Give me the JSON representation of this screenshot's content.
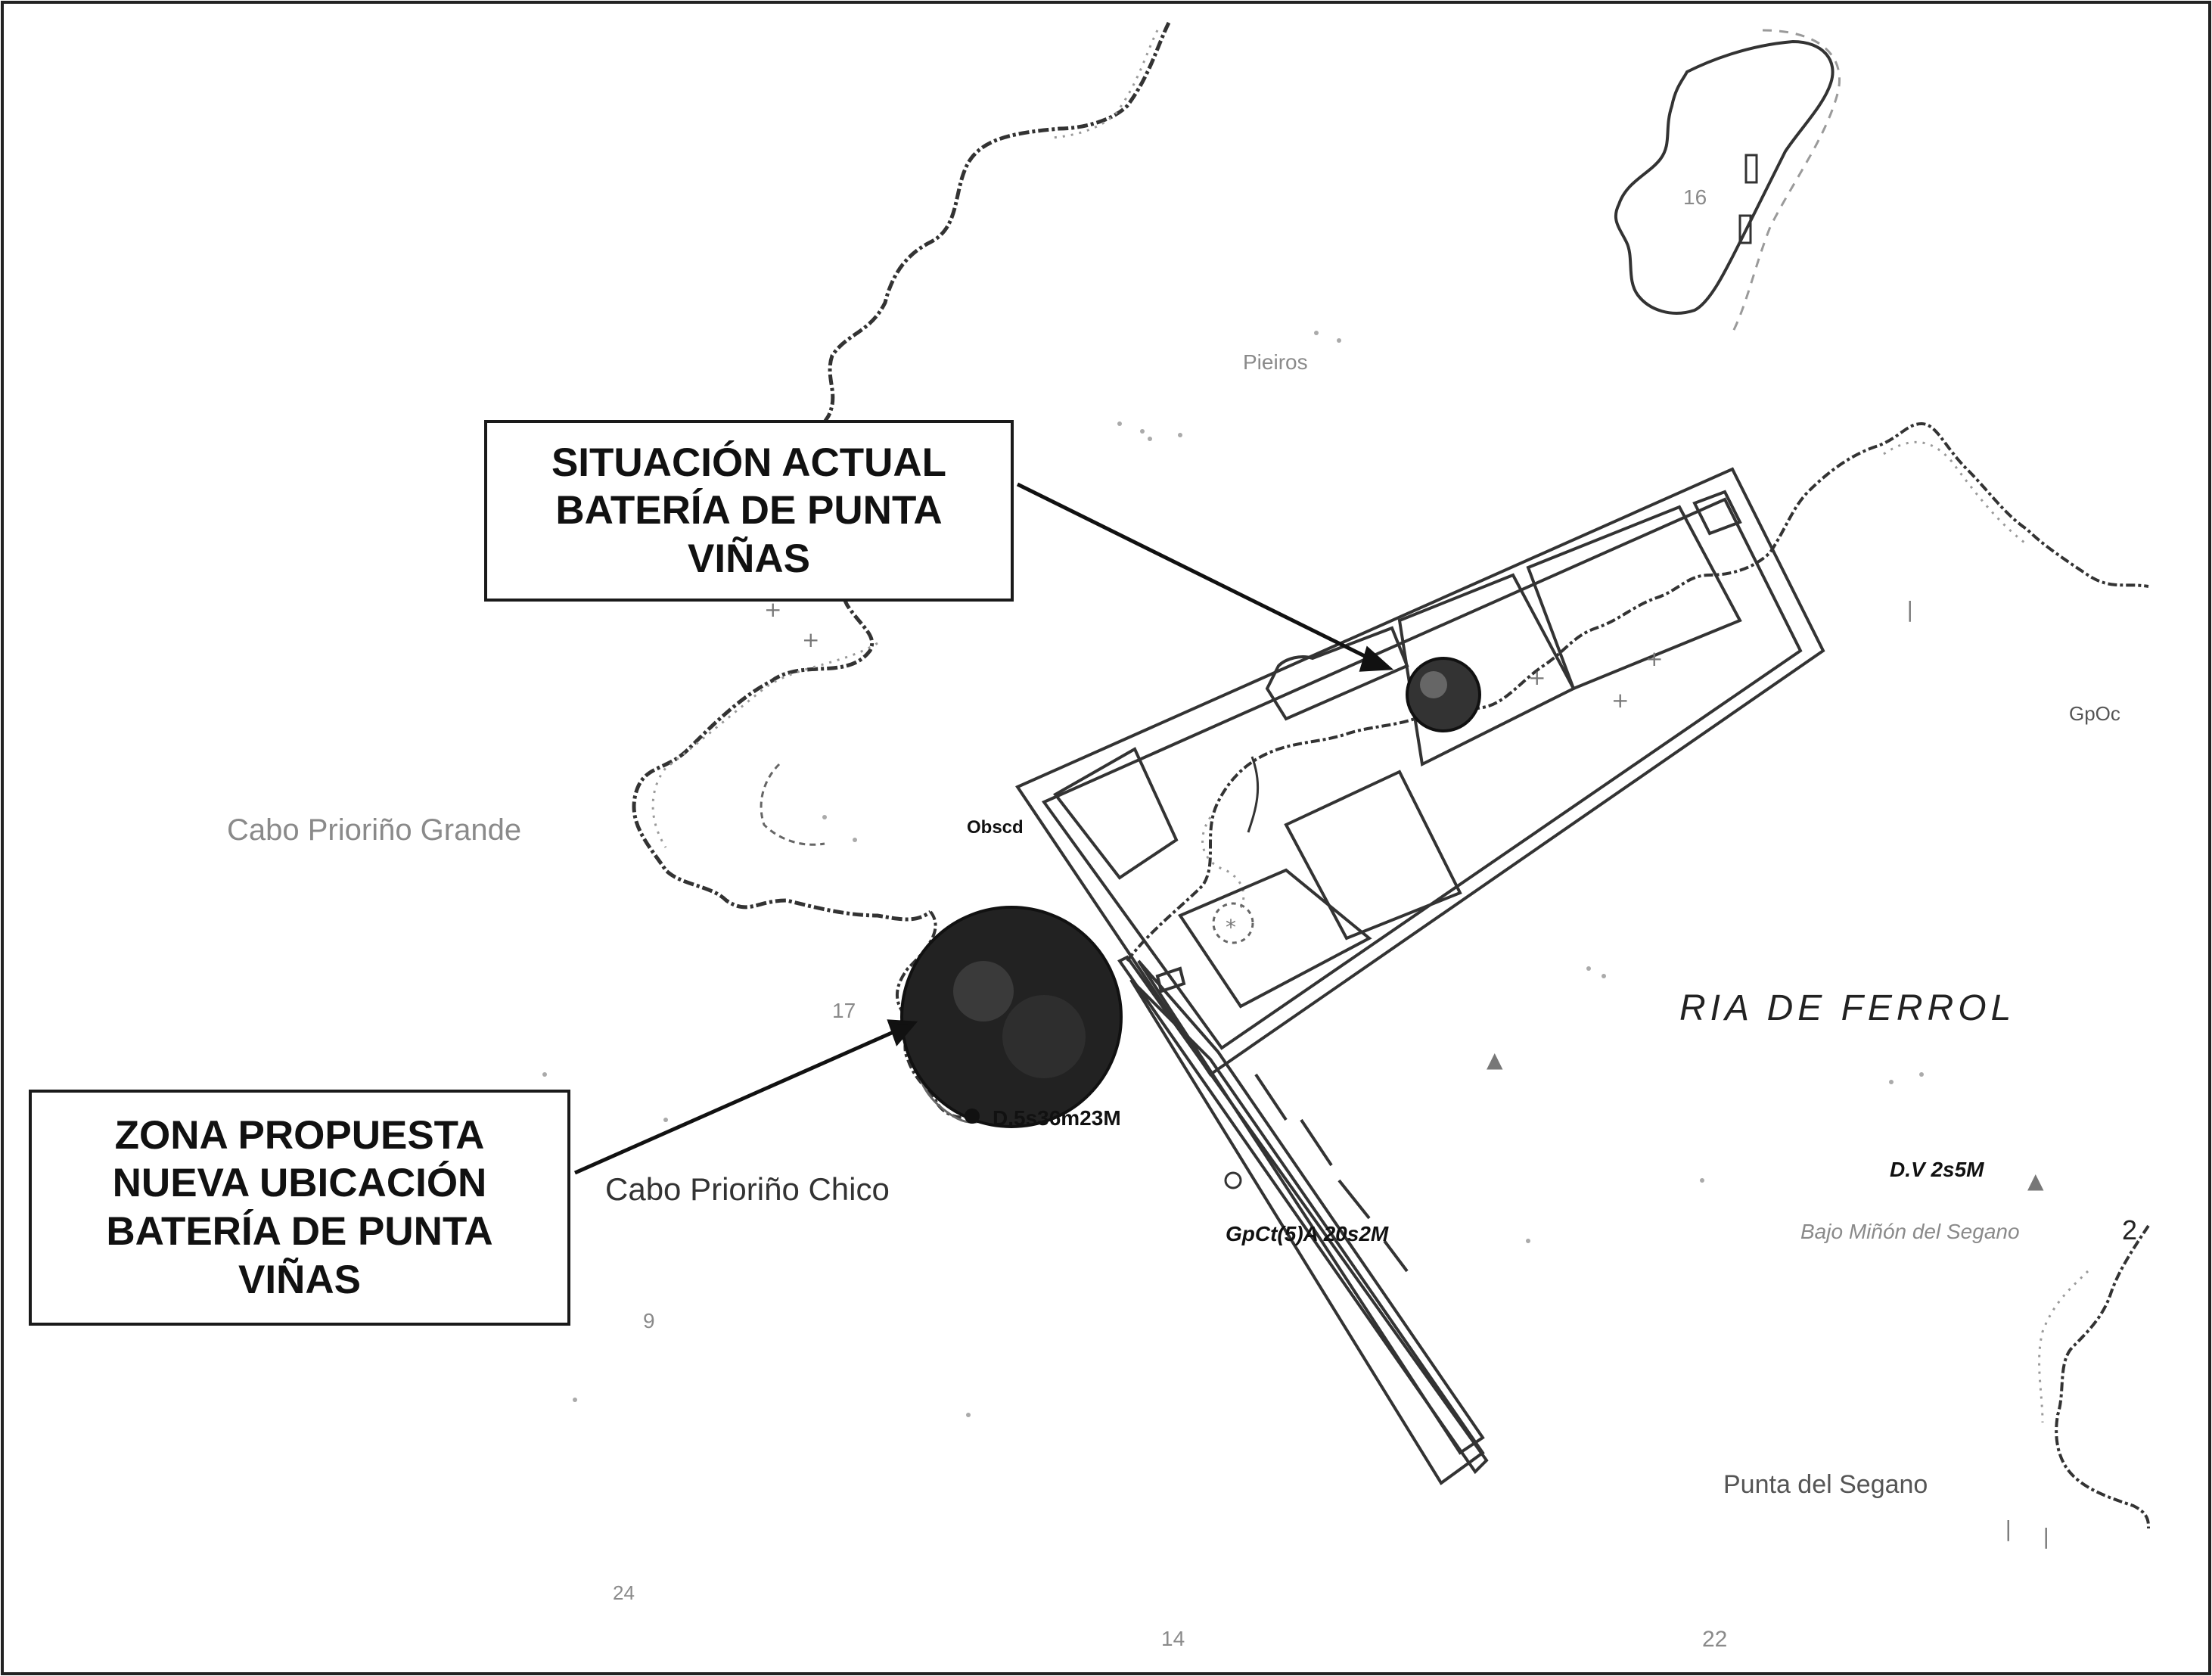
{
  "callouts": {
    "current": {
      "text": "SITUACIÓN ACTUAL\nBATERÍA DE PUNTA\nVIÑAS"
    },
    "proposed": {
      "text": "ZONA PROPUESTA\nNUEVA UBICACIÓN\nBATERÍA DE PUNTA\nVIÑAS"
    }
  },
  "place_names": {
    "cabo_grande": "Cabo Prioriño Grande",
    "cabo_chico": "Cabo Prioriño Chico",
    "ria": "RIA DE FERROL",
    "pieiros": "Pieiros",
    "punta_segano": "Punta del Segano",
    "bajo_segano": "Bajo Miñón del Segano",
    "obscd": "Obscd"
  },
  "light_labels": {
    "cabo_light": "D.5s36m23M",
    "pier_light": "GpCt(5)A 20s2M",
    "segano_light": "D.V 2s5M",
    "gpoc": "GpOc"
  },
  "soundings": [
    "16",
    "22",
    "14",
    "2",
    "9",
    "17",
    "24"
  ],
  "colors": {
    "ink": "#111111",
    "coast": "#333333",
    "dots": "#9a9a9a",
    "circle_fill": "#222222"
  }
}
